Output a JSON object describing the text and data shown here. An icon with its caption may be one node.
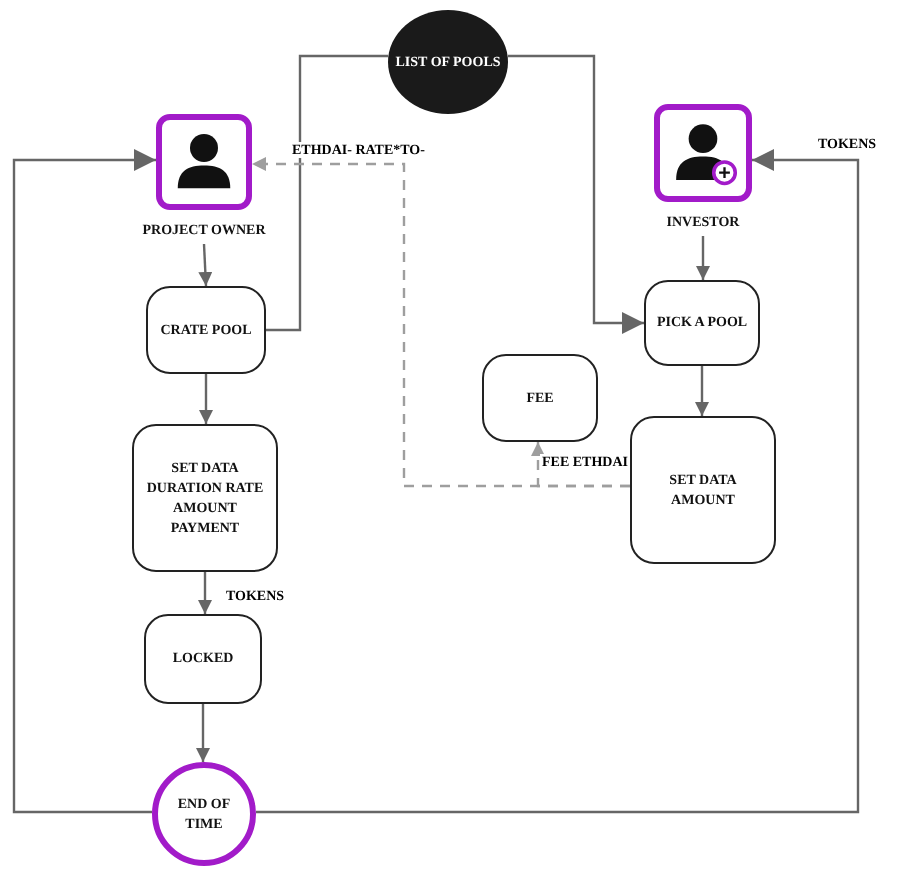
{
  "diagram": {
    "nodes": [
      {
        "text": [
          "LIST OF POOLS"
        ]
      },
      {
        "text": [
          "PROJECT OWNER"
        ]
      },
      {
        "text": [
          "INVESTOR"
        ]
      },
      {
        "text": [
          "CRATE POOL"
        ]
      },
      {
        "text": [
          "SET DATA DURATION RATE AMOUNT PAYMENT"
        ]
      },
      {
        "text": [
          "LOCKED"
        ]
      },
      {
        "text": [
          "END OF TIME"
        ]
      },
      {
        "text": [
          "PICK A POOL"
        ]
      },
      {
        "text": [
          "FEE"
        ]
      },
      {
        "text": [
          "SET DATA AMOUNT"
        ]
      }
    ],
    "edges": [
      {
        "from": 1,
        "to": 3,
        "arrow": "to"
      },
      {
        "from": 3,
        "to": 0,
        "arrow": "none"
      },
      {
        "from": 0,
        "to": 7,
        "arrow": "to"
      },
      {
        "from": 3,
        "to": 4,
        "arrow": "to"
      },
      {
        "from": 4,
        "to": 5,
        "arrow": "to",
        "label": "TOKENS"
      },
      {
        "from": 5,
        "to": 6,
        "arrow": "to"
      },
      {
        "from": 6,
        "to": 1,
        "arrow": "to"
      },
      {
        "from": 6,
        "to": 2,
        "arrow": "to",
        "label": "TOKENS"
      },
      {
        "from": 2,
        "to": 7,
        "arrow": "to"
      },
      {
        "from": 7,
        "to": 9,
        "arrow": "to"
      },
      {
        "from": 9,
        "to": 1,
        "arrow": "to",
        "style": "dashed",
        "color": "#9e9e9e",
        "label": "ETHDAI- RATE*TO-"
      },
      {
        "from": 9,
        "to": 8,
        "arrow": "to",
        "style": "dashed",
        "color": "#9e9e9e",
        "label": "FEE ETHDAI"
      }
    ]
  }
}
